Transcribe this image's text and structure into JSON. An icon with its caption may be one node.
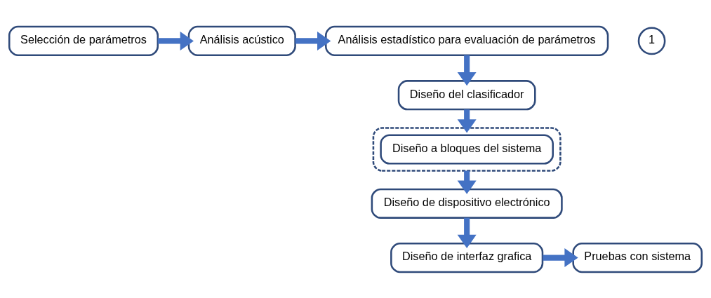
{
  "diagram": {
    "nodes": [
      {
        "text": [
          "Selección de parámetros"
        ]
      },
      {
        "text": [
          "Análisis acústico"
        ]
      },
      {
        "text": [
          "Análisis estadístico para evaluación de parámetros"
        ]
      },
      {
        "text": [
          "1"
        ]
      },
      {
        "text": [
          "Diseño de dispositivo electrónico"
        ]
      },
      {
        "text": [],
        "shape": "box"
      },
      {
        "text": [
          "Diseño a bloques del sistema"
        ],
        "in": 5
      },
      {
        "text": [
          "Diseño del clasificador"
        ]
      },
      {
        "text": [
          "Diseño de interfaz grafica"
        ]
      },
      {
        "text": [
          "Pruebas con sistema"
        ]
      }
    ],
    "edges": [
      {
        "from": 0,
        "to": 1,
        "arrow": "to"
      },
      {
        "from": 1,
        "to": 2,
        "arrow": "to"
      },
      {
        "from": 2,
        "to": 7,
        "arrow": "to"
      },
      {
        "from": 7,
        "to": 5,
        "arrow": "to"
      },
      {
        "from": 5,
        "to": 4,
        "arrow": "to"
      },
      {
        "from": 4,
        "to": 8,
        "arrow": "to"
      },
      {
        "from": 8,
        "to": 9,
        "arrow": "to"
      }
    ]
  }
}
